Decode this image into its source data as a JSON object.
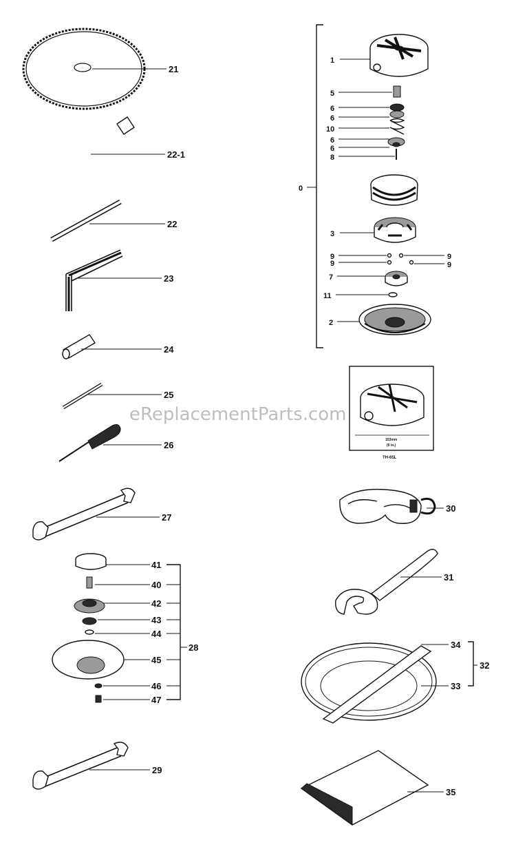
{
  "watermark": "eReplacementParts.com",
  "parts": {
    "p21": "21",
    "p22_1": "22-1",
    "p22": "22",
    "p23": "23",
    "p24": "24",
    "p25": "25",
    "p26": "26",
    "p27": "27",
    "p28": "28",
    "p29": "29",
    "p30": "30",
    "p31": "31",
    "p32": "32",
    "p33": "33",
    "p34": "34",
    "p35": "35",
    "p41": "41",
    "p40": "40",
    "p42": "42",
    "p43": "43",
    "p44": "44",
    "p45": "45",
    "p46": "46",
    "p47": "47",
    "p1": "1",
    "p5": "5",
    "p6a": "6",
    "p6b": "6",
    "p10": "10",
    "p6c": "6",
    "p6d": "6",
    "p8": "8",
    "p0": "0",
    "p3": "3",
    "p9a": "9",
    "p9b": "9",
    "p9c": "9",
    "p9d": "9",
    "p7": "7",
    "p11": "11",
    "p2": "2"
  },
  "box": {
    "dim_line1": "153mm",
    "dim_line2": "(6 in.)",
    "model": "TH-65L"
  }
}
